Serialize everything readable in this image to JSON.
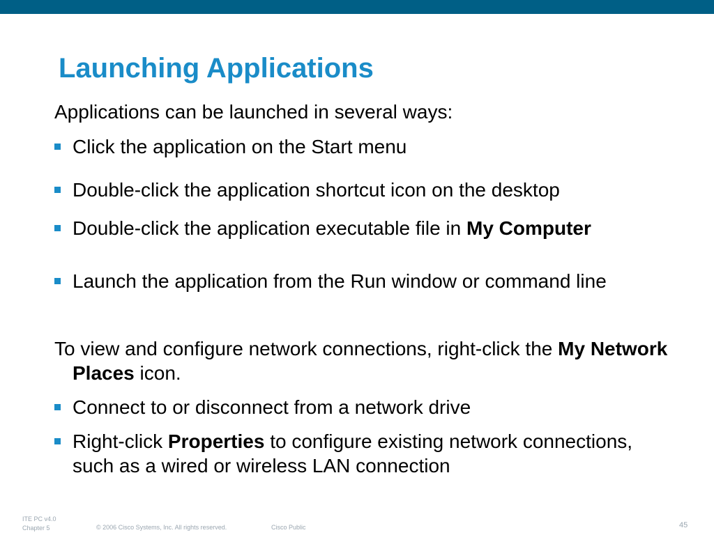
{
  "title": "Launching Applications",
  "intro1": "Applications can be launched in several ways:",
  "bullets1": [
    {
      "text": "Click the application on the Start menu"
    },
    {
      "text": "Double-click the application shortcut icon on the desktop"
    },
    {
      "pre": "Double-click the application executable file in ",
      "bold": "My Computer"
    },
    {
      "text": "Launch the application from the Run window or command line"
    }
  ],
  "intro2": {
    "pre": "To view and configure network connections, right-click the ",
    "bold": "My Network Places",
    "post": " icon."
  },
  "bullets2": [
    {
      "text": "Connect to or disconnect from a network drive"
    },
    {
      "pre": "Right-click ",
      "bold": "Properties",
      "post": " to configure existing network connections, such as a wired or wireless LAN connection"
    }
  ],
  "footer": {
    "course": "ITE PC v4.0",
    "chapter": "Chapter 5",
    "copyright": "© 2006 Cisco Systems, Inc. All rights reserved.",
    "classification": "Cisco Public",
    "page": "45"
  },
  "colors": {
    "top_bar": "#005f86",
    "title": "#1a8cc8",
    "bullet": "#1a8cc8",
    "footer_text": "#9aa6b0"
  }
}
